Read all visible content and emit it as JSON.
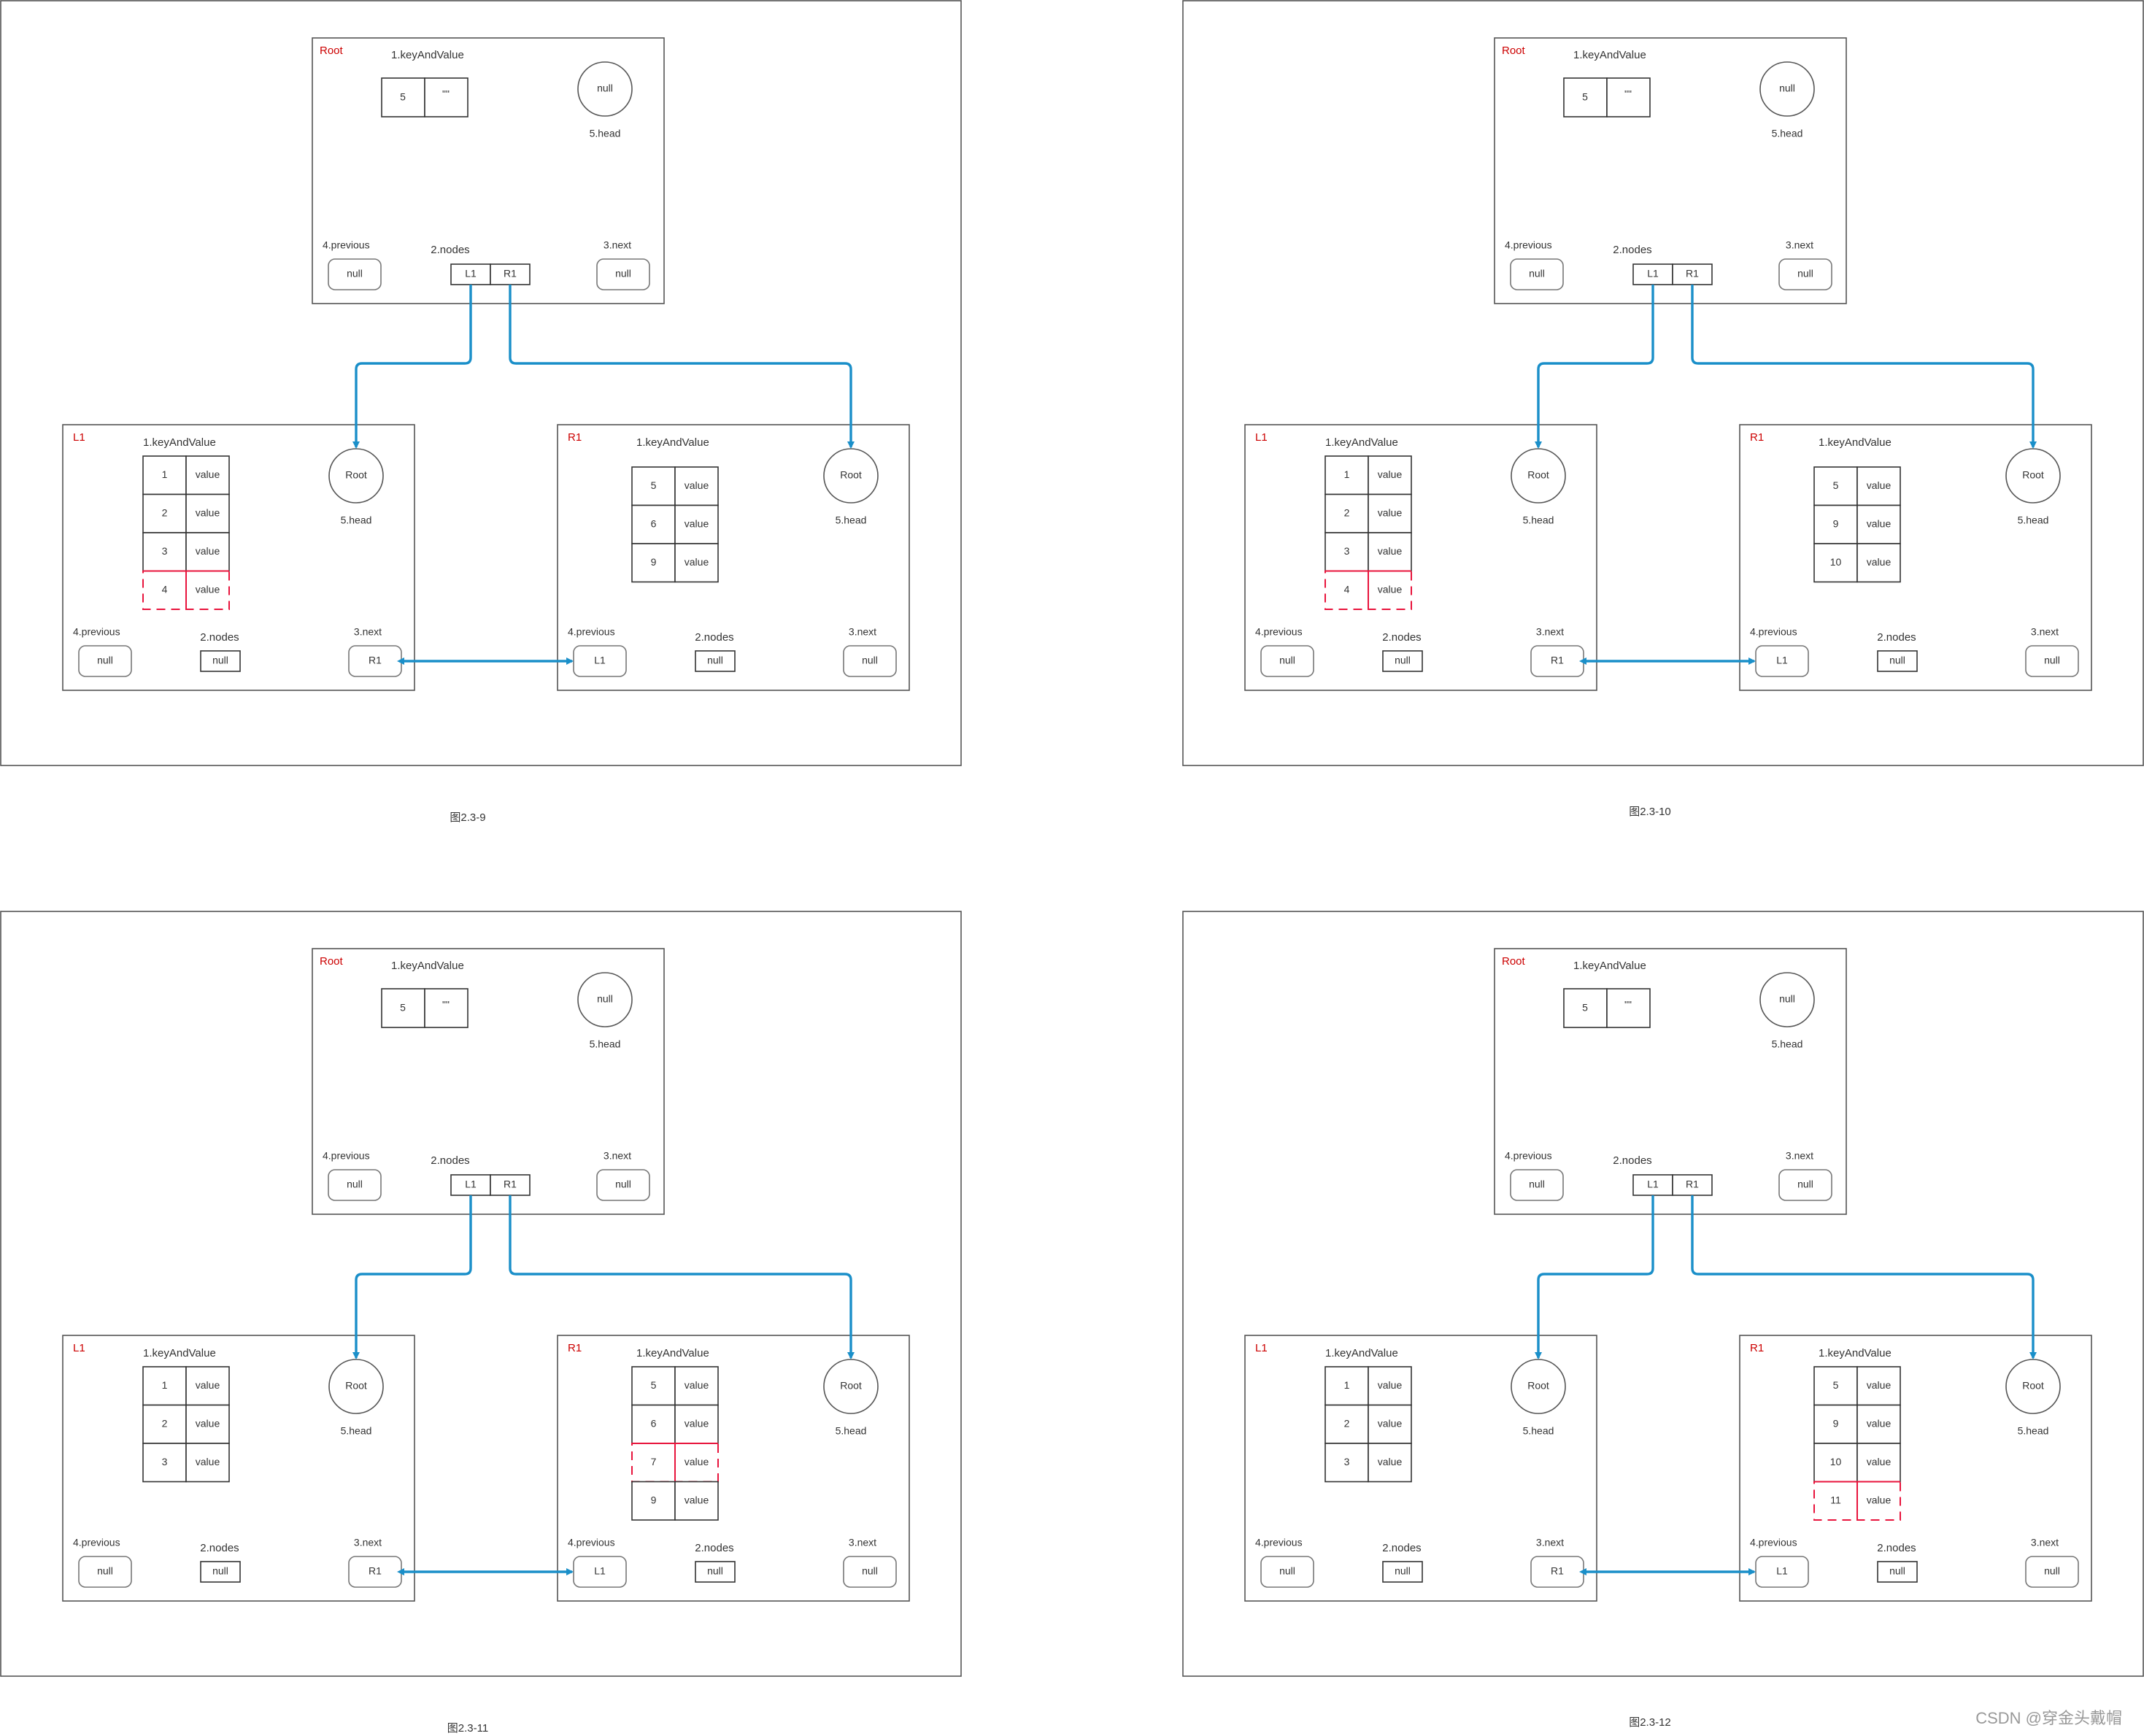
{
  "colors": {
    "label_red": "#cc0000",
    "arrow": "#1a8fc9",
    "dashed_highlight": "#e8143c",
    "border": "#555555"
  },
  "field_labels": {
    "keyAndValue": "1.keyAndValue",
    "nodes": "2.nodes",
    "next": "3.next",
    "previous": "4.previous",
    "head": "5.head"
  },
  "panels": [
    {
      "caption": "图2.3-9",
      "root": {
        "name": "Root",
        "key": "5",
        "val": "\"\"",
        "head": "null",
        "previous": "null",
        "next": "null",
        "nodes": [
          "L1",
          "R1"
        ]
      },
      "left": {
        "name": "L1",
        "rows": [
          [
            "1",
            "value",
            false
          ],
          [
            "2",
            "value",
            false
          ],
          [
            "3",
            "value",
            false
          ],
          [
            "4",
            "value",
            true
          ]
        ],
        "head": "Root",
        "previous": "null",
        "next": "R1",
        "nodes": "null"
      },
      "right": {
        "name": "R1",
        "rows": [
          [
            "5",
            "value",
            false
          ],
          [
            "6",
            "value",
            false
          ],
          [
            "9",
            "value",
            false
          ]
        ],
        "head": "Root",
        "previous": "L1",
        "next": "null",
        "nodes": "null"
      }
    },
    {
      "caption": "图2.3-10",
      "root": {
        "name": "Root",
        "key": "5",
        "val": "\"\"",
        "head": "null",
        "previous": "null",
        "next": "null",
        "nodes": [
          "L1",
          "R1"
        ]
      },
      "left": {
        "name": "L1",
        "rows": [
          [
            "1",
            "value",
            false
          ],
          [
            "2",
            "value",
            false
          ],
          [
            "3",
            "value",
            false
          ],
          [
            "4",
            "value",
            true
          ]
        ],
        "head": "Root",
        "previous": "null",
        "next": "R1",
        "nodes": "null"
      },
      "right": {
        "name": "R1",
        "rows": [
          [
            "5",
            "value",
            false
          ],
          [
            "9",
            "value",
            false
          ],
          [
            "10",
            "value",
            false
          ]
        ],
        "head": "Root",
        "previous": "L1",
        "next": "null",
        "nodes": "null"
      }
    },
    {
      "caption": "图2.3-11",
      "root": {
        "name": "Root",
        "key": "5",
        "val": "\"\"",
        "head": "null",
        "previous": "null",
        "next": "null",
        "nodes": [
          "L1",
          "R1"
        ]
      },
      "left": {
        "name": "L1",
        "rows": [
          [
            "1",
            "value",
            false
          ],
          [
            "2",
            "value",
            false
          ],
          [
            "3",
            "value",
            false
          ]
        ],
        "head": "Root",
        "previous": "null",
        "next": "R1",
        "nodes": "null"
      },
      "right": {
        "name": "R1",
        "rows": [
          [
            "5",
            "value",
            false
          ],
          [
            "6",
            "value",
            false
          ],
          [
            "7",
            "value",
            true
          ],
          [
            "9",
            "value",
            false
          ]
        ],
        "head": "Root",
        "previous": "L1",
        "next": "null",
        "nodes": "null"
      }
    },
    {
      "caption": "图2.3-12",
      "root": {
        "name": "Root",
        "key": "5",
        "val": "\"\"",
        "head": "null",
        "previous": "null",
        "next": "null",
        "nodes": [
          "L1",
          "R1"
        ]
      },
      "left": {
        "name": "L1",
        "rows": [
          [
            "1",
            "value",
            false
          ],
          [
            "2",
            "value",
            false
          ],
          [
            "3",
            "value",
            false
          ]
        ],
        "head": "Root",
        "previous": "null",
        "next": "R1",
        "nodes": "null"
      },
      "right": {
        "name": "R1",
        "rows": [
          [
            "5",
            "value",
            false
          ],
          [
            "9",
            "value",
            false
          ],
          [
            "10",
            "value",
            false
          ],
          [
            "11",
            "value",
            true
          ]
        ],
        "head": "Root",
        "previous": "L1",
        "next": "null",
        "nodes": "null"
      }
    }
  ],
  "watermark": "CSDN @穿金头戴帽"
}
